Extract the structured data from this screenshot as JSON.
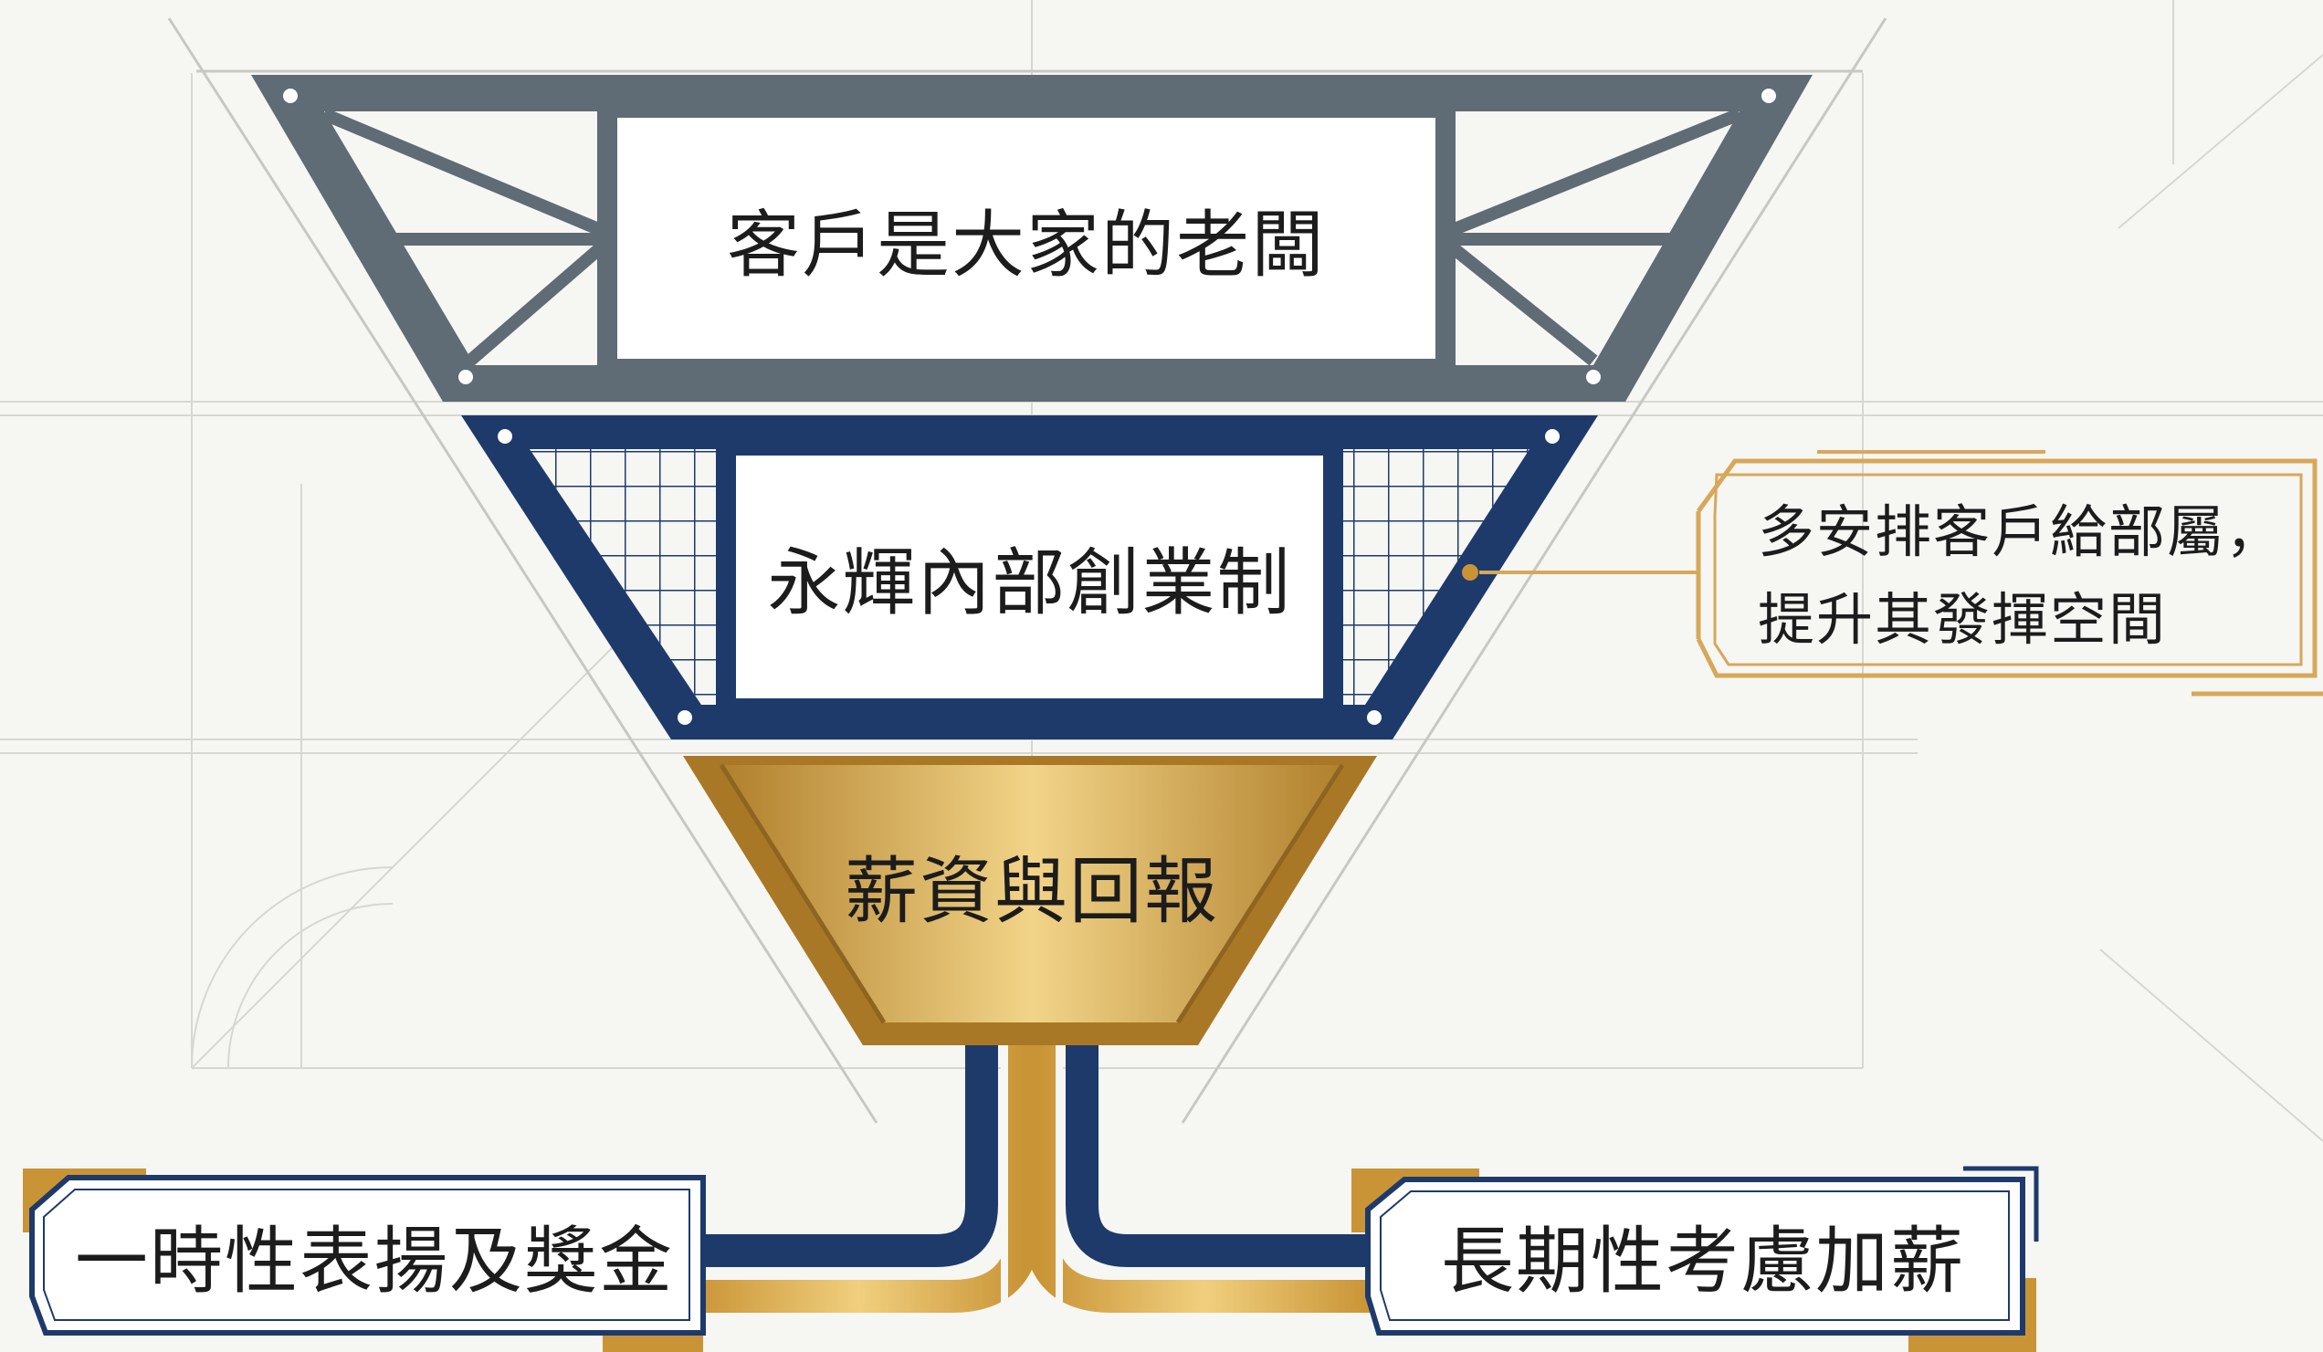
{
  "tiers": {
    "top": {
      "label": "客戶是大家的老闆"
    },
    "middle": {
      "label": "永輝內部創業制"
    },
    "bottom": {
      "label": "薪資與回報"
    }
  },
  "callout": {
    "line1": "多安排客戶給部屬，",
    "line2": "提升其發揮空間"
  },
  "outcomes": {
    "left": {
      "label": "一時性表揚及獎金"
    },
    "right": {
      "label": "長期性考慮加薪"
    }
  },
  "colors": {
    "steel": "#5f6b75",
    "navy": "#1e3a6b",
    "gold": "#d4a24a",
    "gold_light": "#f3d688",
    "background": "#f6f6f3"
  }
}
